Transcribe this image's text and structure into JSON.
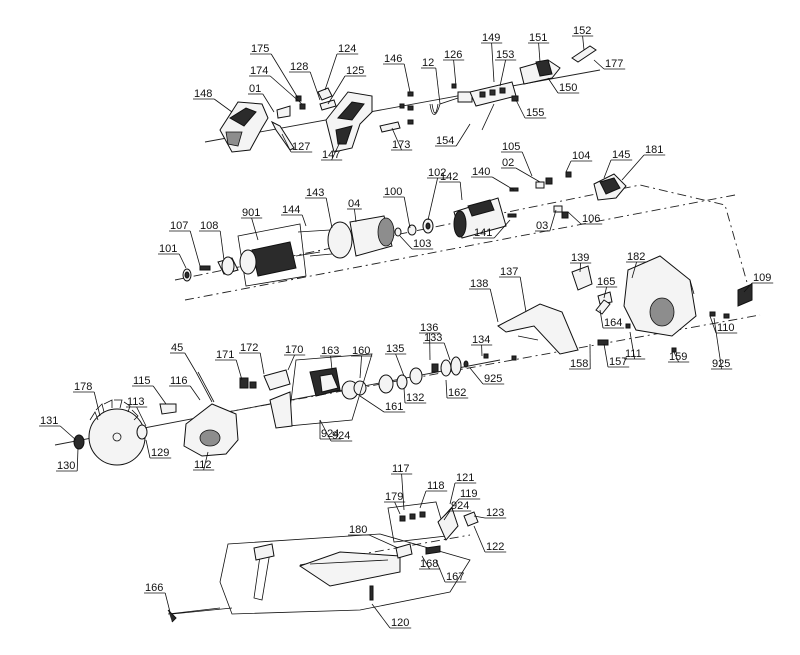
{
  "diagram": {
    "labels": [
      "175",
      "124",
      "174",
      "128",
      "125",
      "148",
      "01",
      "127",
      "147",
      "173",
      "146",
      "12",
      "126",
      "149",
      "153",
      "151",
      "152",
      "177",
      "150",
      "155",
      "154",
      "105",
      "02",
      "104",
      "145",
      "181",
      "140",
      "142",
      "102",
      "100",
      "143",
      "04",
      "144",
      "901",
      "107",
      "108",
      "101",
      "103",
      "141",
      "03",
      "106",
      "139",
      "138",
      "137",
      "182",
      "109",
      "165",
      "164",
      "110",
      "111",
      "159",
      "925",
      "157",
      "158",
      "134",
      "136",
      "133",
      "135",
      "160",
      "163",
      "170",
      "172",
      "171",
      "45",
      "178",
      "115",
      "116",
      "113",
      "131",
      "130",
      "129",
      "112",
      "132",
      "161",
      "162",
      "924",
      "117",
      "118",
      "121",
      "119",
      "179",
      "123",
      "122",
      "180",
      "168",
      "167",
      "166",
      "120"
    ]
  }
}
